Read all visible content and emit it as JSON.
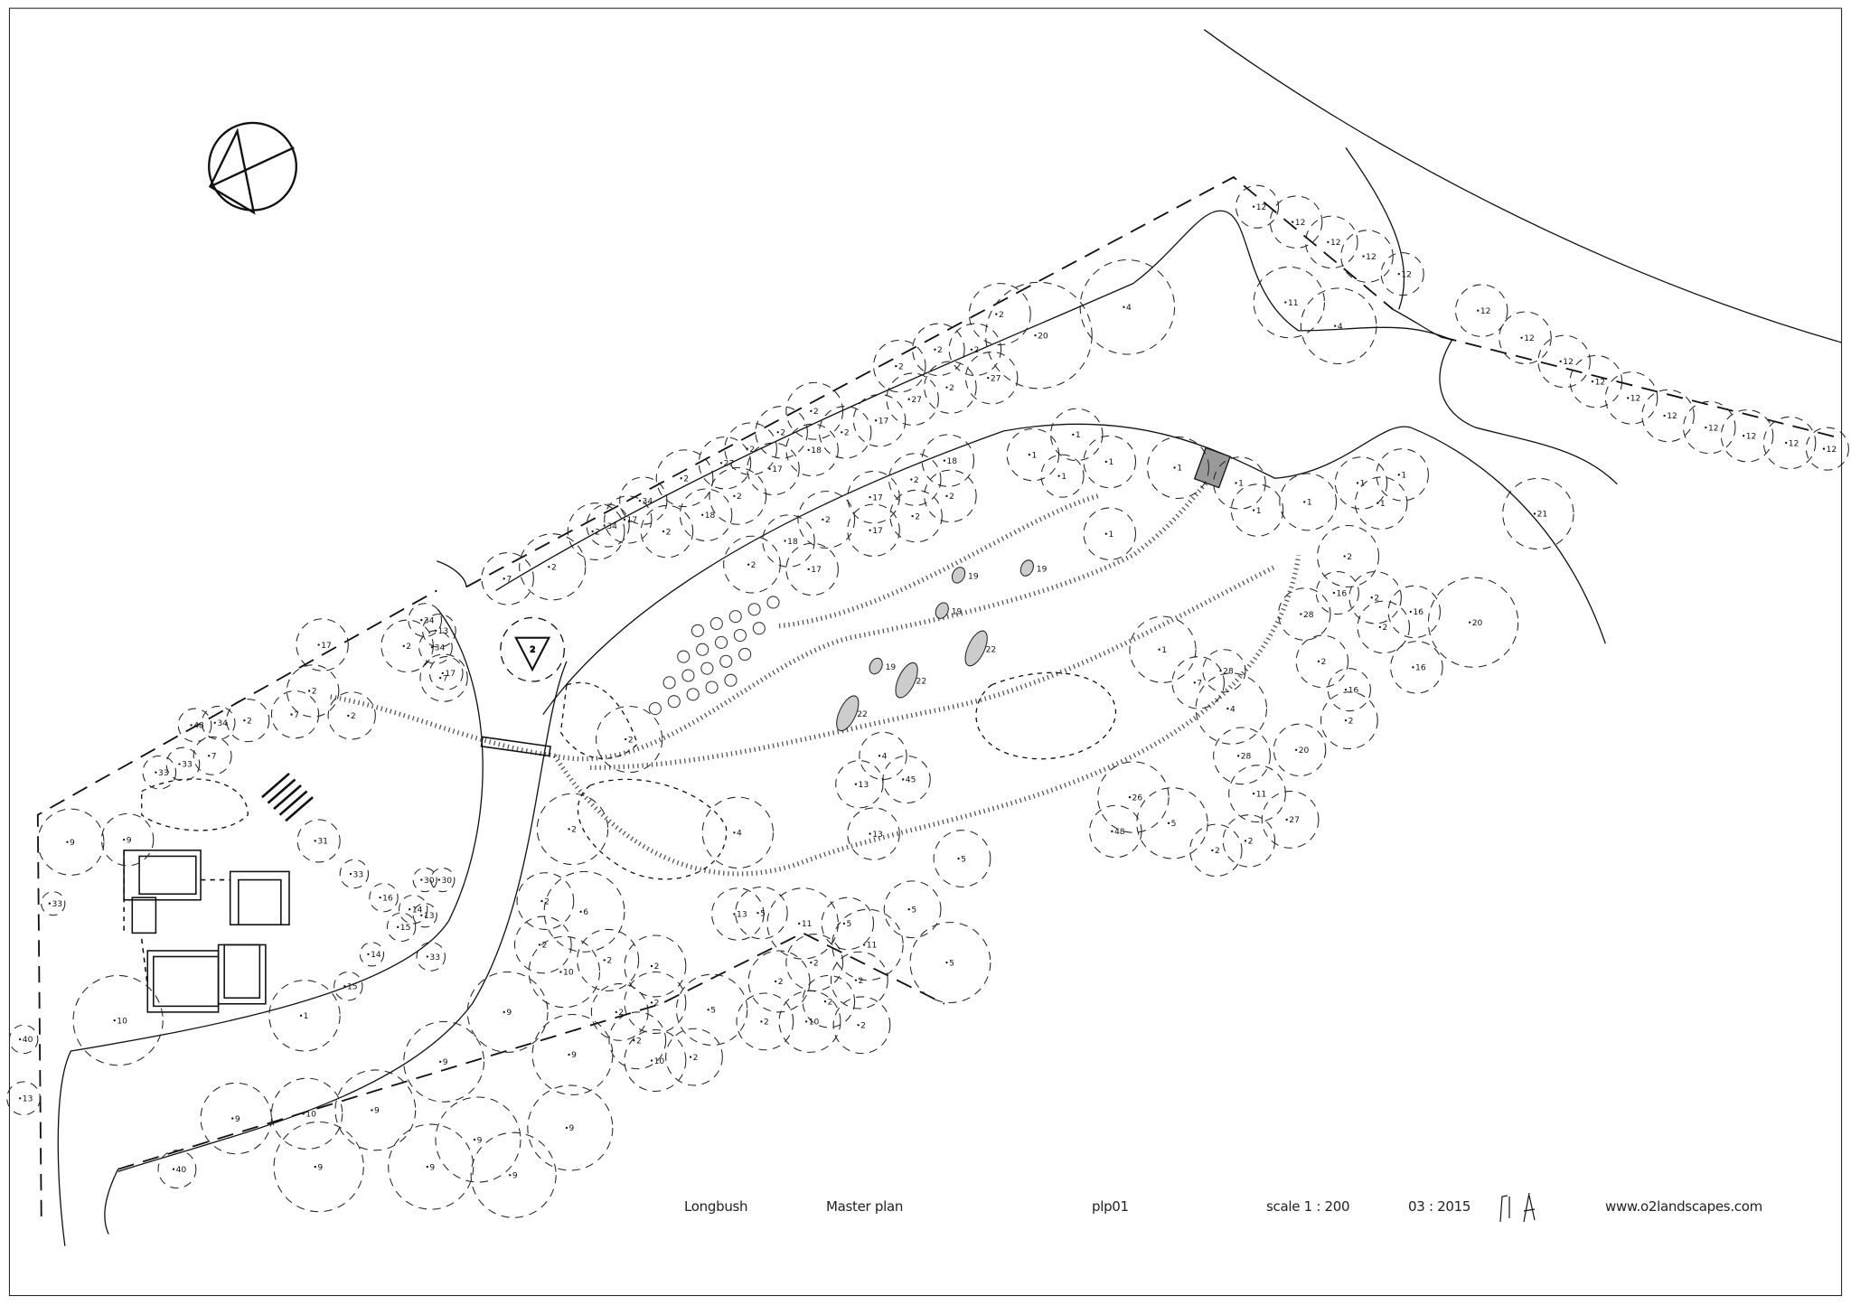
{
  "title_block": {
    "project": "Longbush",
    "drawing_title": "Master plan",
    "drawing_number": "plp01",
    "scale": "scale 1 : 200",
    "date": "03 : 2015",
    "website": "www.o2landscapes.com"
  },
  "north_arrow": {
    "icon": "north-arrow-icon"
  },
  "plant_labels": [
    "7",
    "2",
    "2",
    "34",
    "34",
    "17",
    "2",
    "2",
    "18",
    "27",
    "2",
    "2",
    "17",
    "2",
    "2",
    "18",
    "2",
    "17",
    "2",
    "27",
    "2",
    "2",
    "2",
    "27",
    "2",
    "20",
    "4",
    "12",
    "12",
    "12",
    "12",
    "12",
    "11",
    "4",
    "12",
    "12",
    "12",
    "12",
    "12",
    "12",
    "12",
    "12",
    "12",
    "12",
    "21",
    "2",
    "18",
    "2",
    "17",
    "2",
    "2",
    "17",
    "18",
    "17",
    "2",
    "1",
    "1",
    "1",
    "1",
    "1",
    "1",
    "1",
    "1",
    "1",
    "1",
    "1",
    "1",
    "2",
    "16",
    "2",
    "16",
    "20",
    "2",
    "16",
    "16",
    "2",
    "1",
    "7",
    "4",
    "28",
    "28",
    "20",
    "2",
    "28",
    "26",
    "5",
    "11",
    "27",
    "2",
    "2",
    "48",
    "2",
    "2",
    "4",
    "13",
    "45",
    "4",
    "13",
    "11",
    "13",
    "5",
    "5",
    "11",
    "5",
    "5",
    "5",
    "6",
    "2",
    "2",
    "10",
    "2",
    "2",
    "2",
    "2",
    "5",
    "9",
    "9",
    "9",
    "9",
    "9",
    "9",
    "10",
    "9",
    "9",
    "9",
    "9",
    "2",
    "10",
    "2",
    "2",
    "2",
    "2",
    "2",
    "10",
    "2",
    "2",
    "10",
    "1",
    "9",
    "9",
    "33",
    "33",
    "7",
    "48",
    "34",
    "2",
    "7",
    "2",
    "2",
    "17",
    "2",
    "7",
    "34",
    "13",
    "34",
    "17",
    "31",
    "33",
    "16",
    "14",
    "13",
    "15",
    "33",
    "15",
    "14",
    "30",
    "30",
    "40",
    "40",
    "13",
    "33"
  ],
  "shrub_labels": {
    "bush": "19",
    "rock_bed": "22",
    "triangle_tree": "2"
  }
}
